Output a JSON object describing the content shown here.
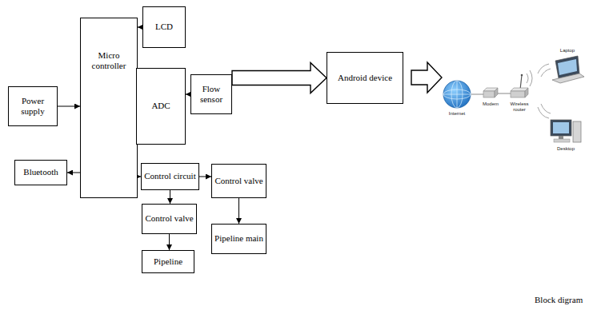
{
  "diagram": {
    "nodes": [
      {
        "text": [
          "Power supply"
        ]
      },
      {
        "text": [
          "Micro controller"
        ]
      },
      {
        "text": [
          "LCD"
        ]
      },
      {
        "text": [
          "ADC"
        ]
      },
      {
        "text": [
          "Flow sensor"
        ]
      },
      {
        "text": [
          "Bluetooth"
        ]
      },
      {
        "text": [
          "Control circuit"
        ]
      },
      {
        "text": [
          "Control valve"
        ]
      },
      {
        "text": [
          "Pipeline main"
        ]
      },
      {
        "text": [
          "Control valve"
        ]
      },
      {
        "text": [
          "Pipeline"
        ]
      },
      {
        "text": [
          "Android device"
        ]
      }
    ],
    "edges": [
      {
        "from": 0,
        "to": 1,
        "arrow": "to"
      },
      {
        "from": 2,
        "to": 1,
        "arrow": "to"
      },
      {
        "from": 3,
        "to": 1,
        "arrow": "to"
      },
      {
        "from": 4,
        "to": 3,
        "arrow": "to"
      },
      {
        "from": 1,
        "to": 5,
        "arrow": "to"
      },
      {
        "from": 1,
        "to": 6,
        "arrow": "to"
      },
      {
        "from": 6,
        "to": 7,
        "arrow": "to"
      },
      {
        "from": 6,
        "to": 9,
        "arrow": "to"
      },
      {
        "from": 7,
        "to": 8,
        "arrow": "to"
      },
      {
        "from": 9,
        "to": 10,
        "arrow": "to"
      },
      {
        "from": 4,
        "to": 11,
        "arrow": "to"
      }
    ],
    "labels": [
      "Internet",
      "Modem",
      "Wireless router",
      "Laptop",
      "Desktop",
      "Block digram"
    ]
  }
}
